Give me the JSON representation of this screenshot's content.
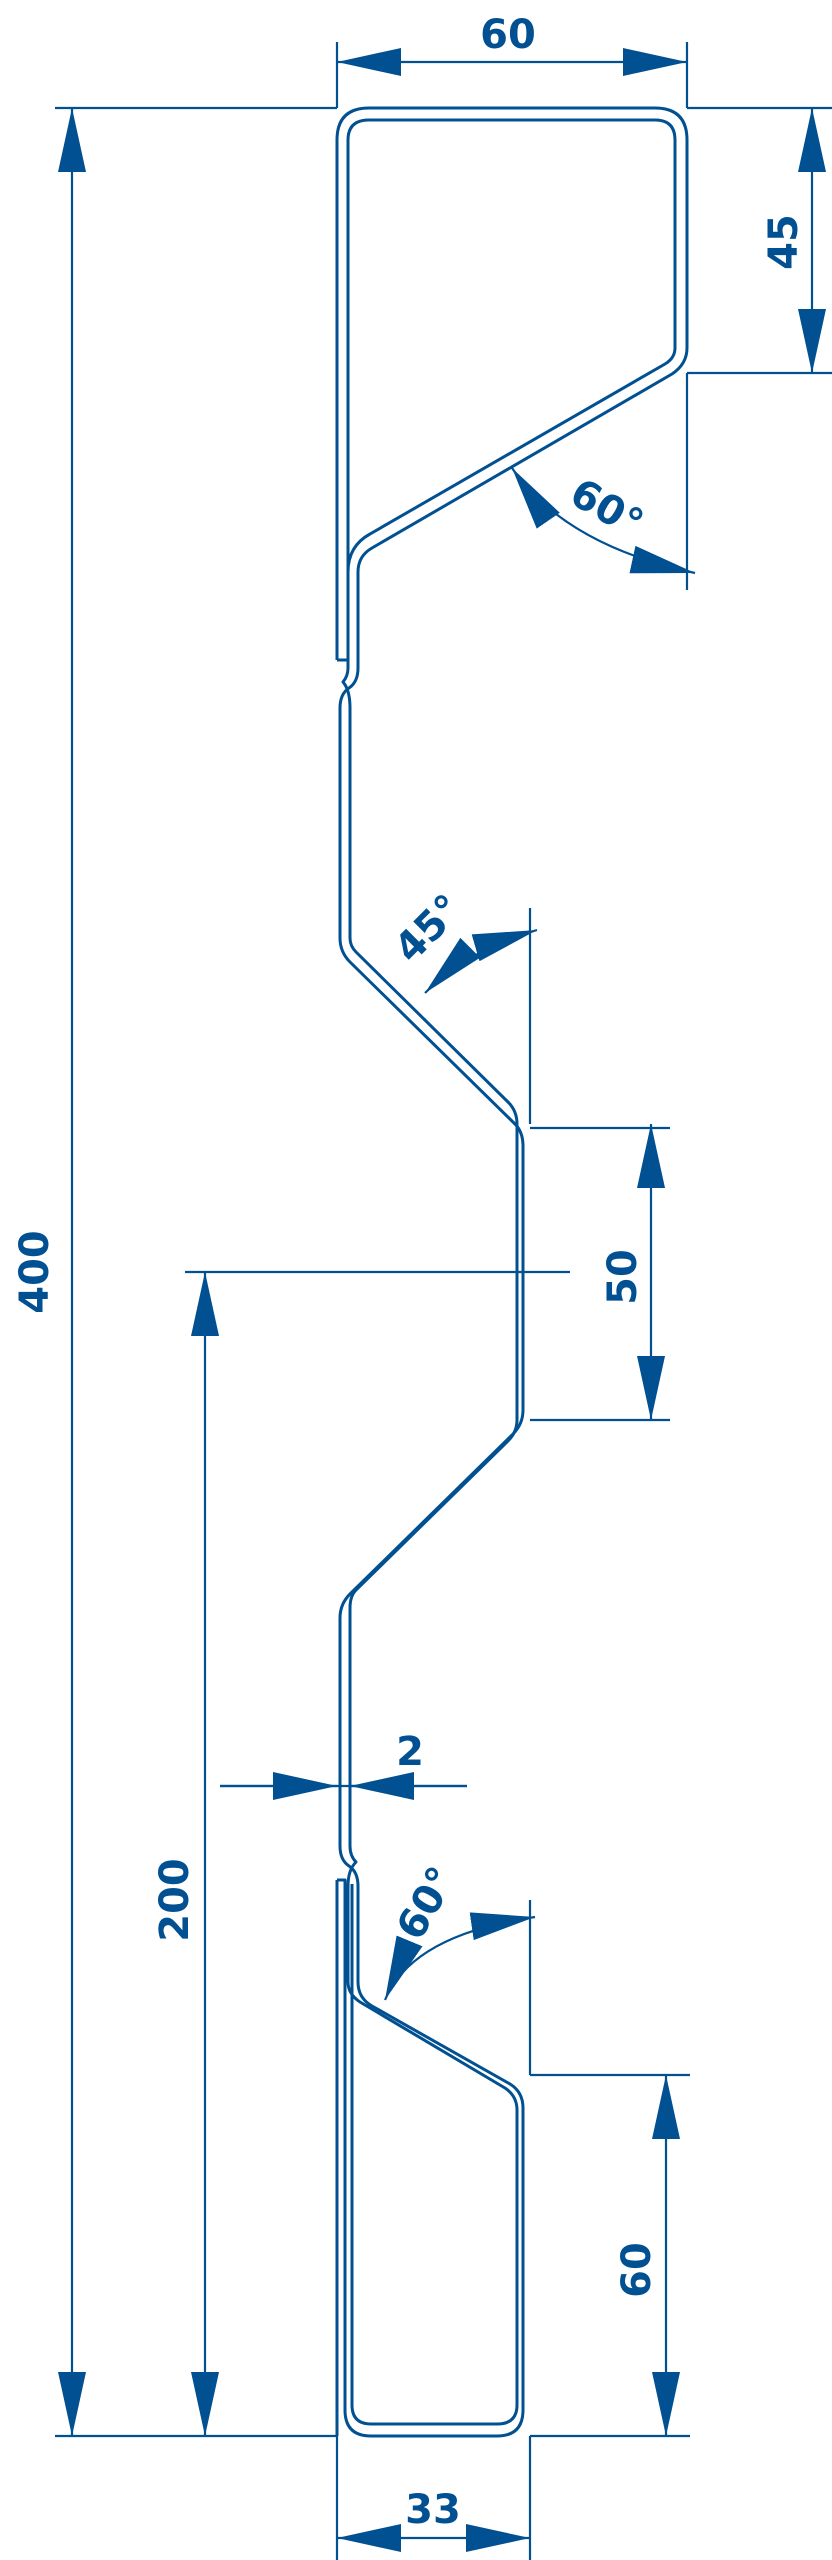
{
  "drawing": {
    "line_color": "#005092",
    "background": "#ffffff",
    "dimensions": {
      "overall_height": "400",
      "lower_height": "200",
      "top_width": "60",
      "top_depth": "45",
      "top_angle": "60°",
      "upper_angle": "45°",
      "middle_depth": "50",
      "thickness": "2",
      "lower_angle": "60°",
      "bottom_depth": "60",
      "bottom_width": "33"
    }
  }
}
